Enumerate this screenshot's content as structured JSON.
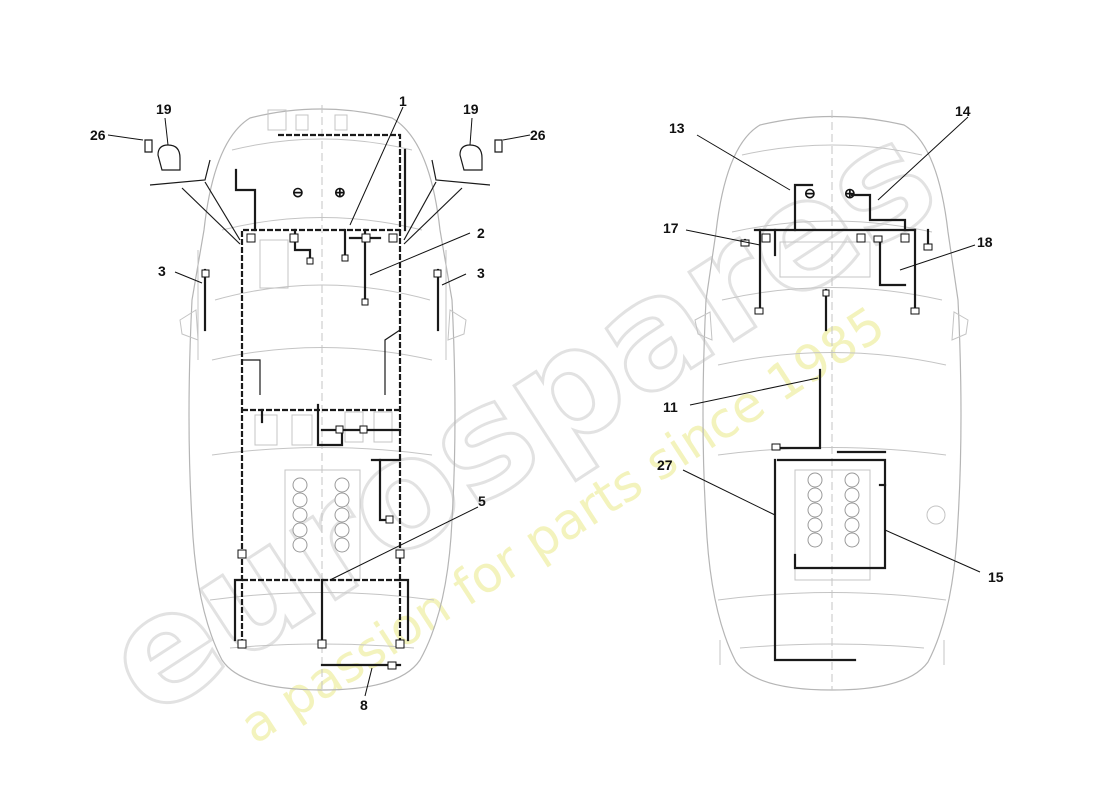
{
  "watermark": {
    "brand": "eurospares",
    "tagline": "a passion for parts since 1985"
  },
  "callouts": {
    "left": [
      {
        "id": "n1",
        "label": "1"
      },
      {
        "id": "n2",
        "label": "2"
      },
      {
        "id": "n3a",
        "label": "3"
      },
      {
        "id": "n3b",
        "label": "3"
      },
      {
        "id": "n5",
        "label": "5"
      },
      {
        "id": "n8",
        "label": "8"
      },
      {
        "id": "n19a",
        "label": "19"
      },
      {
        "id": "n19b",
        "label": "19"
      },
      {
        "id": "n26a",
        "label": "26"
      },
      {
        "id": "n26b",
        "label": "26"
      }
    ],
    "right": [
      {
        "id": "n11",
        "label": "11"
      },
      {
        "id": "n13",
        "label": "13"
      },
      {
        "id": "n14",
        "label": "14"
      },
      {
        "id": "n15",
        "label": "15"
      },
      {
        "id": "n17",
        "label": "17"
      },
      {
        "id": "n18",
        "label": "18"
      },
      {
        "id": "n27",
        "label": "27"
      }
    ]
  },
  "battery": {
    "negative": "⊖",
    "positive": "⊕"
  }
}
